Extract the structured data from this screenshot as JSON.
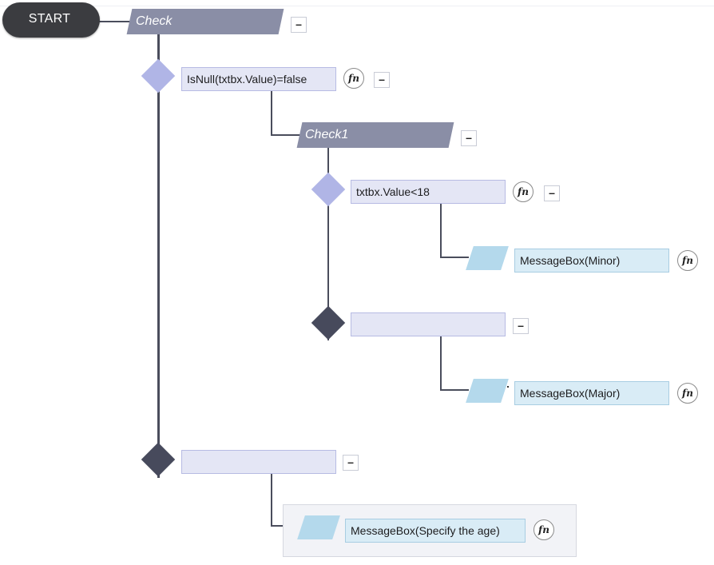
{
  "flow": {
    "start_label": "START",
    "check_title": "Check",
    "check1_title": "Check1",
    "conditions": {
      "if_outer": "IsNull(txtbx.Value)=false",
      "if_inner": "txtbx.Value<18",
      "else_inner": "",
      "else_outer": ""
    },
    "actions": {
      "minor": "MessageBox(Minor)",
      "major": "MessageBox(Major)",
      "specify": "MessageBox(Specify the age)"
    },
    "fn_label": "fn",
    "collapse_label": "–"
  },
  "colors": {
    "start": "#3b3c40",
    "title_parallelogram": "#8a8ea6",
    "condition_box": "#e4e6f5",
    "condition_diamond": "#b0b5e6",
    "else_diamond": "#474a5c",
    "action_box": "#d9ecf6",
    "action_parallelogram": "#b4d9ec",
    "connector": "#4a4d5c"
  },
  "icons": {
    "function": "fn-icon",
    "collapse": "minus-icon"
  }
}
